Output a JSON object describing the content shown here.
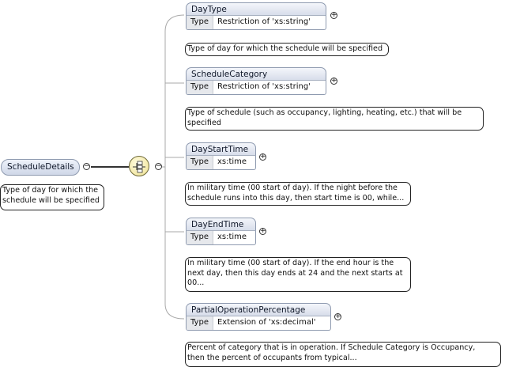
{
  "root": {
    "name": "ScheduleDetails",
    "collapse_symbol": "−",
    "documentation": [
      "Type of day for which the",
      "schedule will be specified"
    ]
  },
  "sequence": {
    "icon": "sequence-compositor-icon",
    "collapse_symbol": "−"
  },
  "type_key": "Type",
  "expand_symbol": "+",
  "children": [
    {
      "name": "DayType",
      "type": "Restriction of 'xs:string'",
      "documentation": [
        "Type of day for which the schedule will be specified"
      ]
    },
    {
      "name": "ScheduleCategory",
      "type": "Restriction of 'xs:string'",
      "documentation": [
        "Type of schedule (such as occupancy, lighting, heating, etc.) that will be",
        "specified"
      ]
    },
    {
      "name": "DayStartTime",
      "type": "xs:time",
      "documentation": [
        "In military time (00 start of day). If the night before the",
        "schedule runs into this day, then start time is 00, while..."
      ]
    },
    {
      "name": "DayEndTime",
      "type": "xs:time",
      "documentation": [
        "In military time (00 start of day). If the end hour is the",
        "next day, then this day ends at 24 and the next starts at",
        "00..."
      ]
    },
    {
      "name": "PartialOperationPercentage",
      "type": "Extension of 'xs:decimal'",
      "documentation": [
        "Percent of category that is in operation. If Schedule Category is Occupancy,",
        "then the percent of occupants from typical..."
      ]
    }
  ]
}
